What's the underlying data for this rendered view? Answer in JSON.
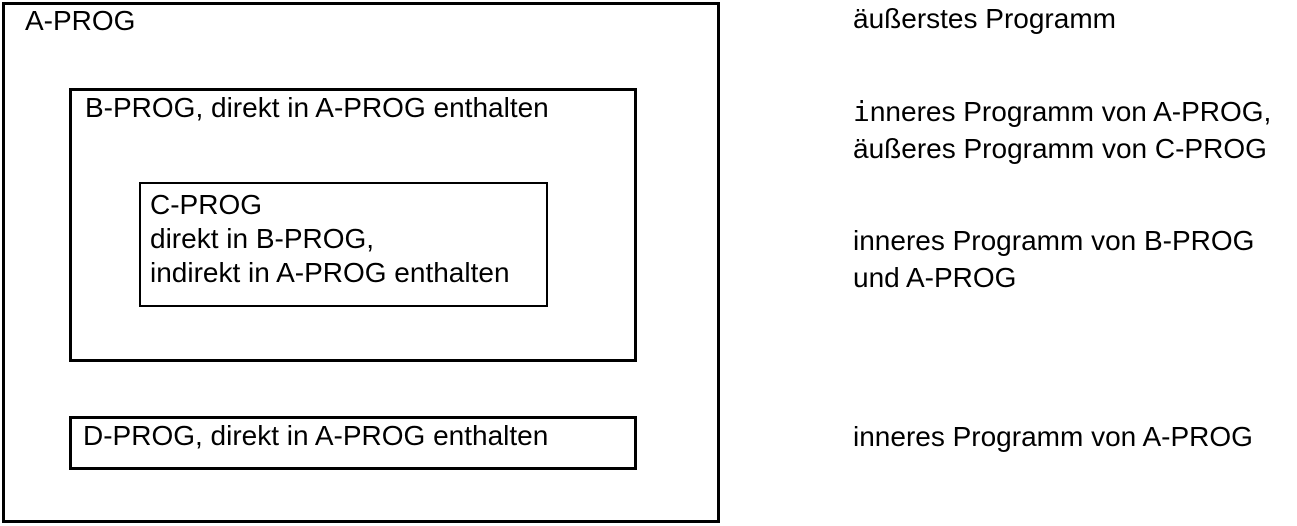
{
  "diagram": {
    "a_box_label": "A-PROG",
    "b_box_label": "B-PROG, direkt in A-PROG enthalten",
    "c_box_lines": [
      "C-PROG",
      "direkt in B-PROG,",
      "indirekt in A-PROG enthalten"
    ],
    "d_box_label": "D-PROG, direkt in A-PROG enthalten"
  },
  "annotations": [
    {
      "lines": [
        "äußerstes Programm"
      ]
    },
    {
      "lines": [
        "inneres Programm von A-PROG,",
        "äußeres Programm von C-PROG"
      ]
    },
    {
      "lines": [
        "inneres Programm von B-PROG",
        "und A-PROG"
      ]
    },
    {
      "lines": [
        "inneres Programm von A-PROG"
      ]
    }
  ],
  "colors": {
    "border": "#000000",
    "text": "#000000",
    "background": "#ffffff"
  }
}
